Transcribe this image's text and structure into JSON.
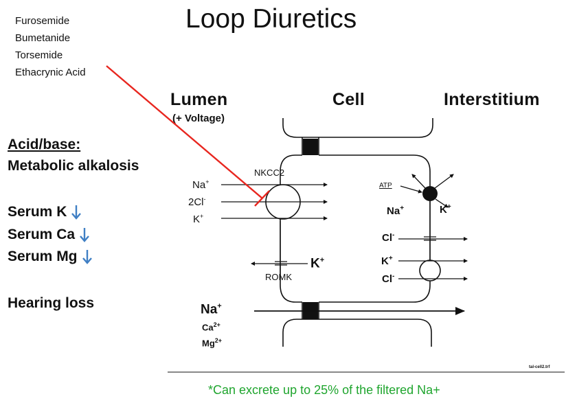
{
  "title": "Loop Diuretics",
  "drugs": [
    "Furosemide",
    "Bumetanide",
    "Torsemide",
    "Ethacrynic Acid"
  ],
  "left_panel": {
    "acid_base_heading": "Acid/base:",
    "acid_base_value": "Metabolic alkalosis",
    "serum": [
      {
        "label": "Serum K",
        "trend": "down"
      },
      {
        "label": "Serum Ca",
        "trend": "down"
      },
      {
        "label": "Serum Mg",
        "trend": "down"
      }
    ],
    "hearing": "Hearing loss"
  },
  "diagram": {
    "lumen": "Lumen",
    "lumen_sub": "(+ Voltage)",
    "cell": "Cell",
    "interstitium": "Interstitium",
    "nkcc2": "NKCC2",
    "romk": "ROMK",
    "apical_ions": [
      "Na",
      "2Cl",
      "K"
    ],
    "apical_sup": [
      "+",
      "-",
      "+"
    ],
    "romk_ion": "K",
    "romk_sup": "+",
    "atp": "ATP",
    "pump_na": "Na",
    "pump_na_sup": "+",
    "pump_k": "K",
    "pump_k_sup": "+",
    "baso_ions": [
      "Cl",
      "K",
      "Cl"
    ],
    "baso_sup": [
      "-",
      "+",
      "-"
    ],
    "para_na": "Na",
    "para_na_sup": "+",
    "para_ca": "Ca",
    "para_ca_sup": "2+",
    "para_mg": "Mg",
    "para_mg_sup": "2+",
    "fileref": "tal-cell2.trf"
  },
  "footnote": "*Can excrete up to 25% of the filtered Na+",
  "colors": {
    "inhibit": "#e8261f",
    "arrow_blue": "#3f7fc4",
    "footnote": "#1fa52e"
  }
}
